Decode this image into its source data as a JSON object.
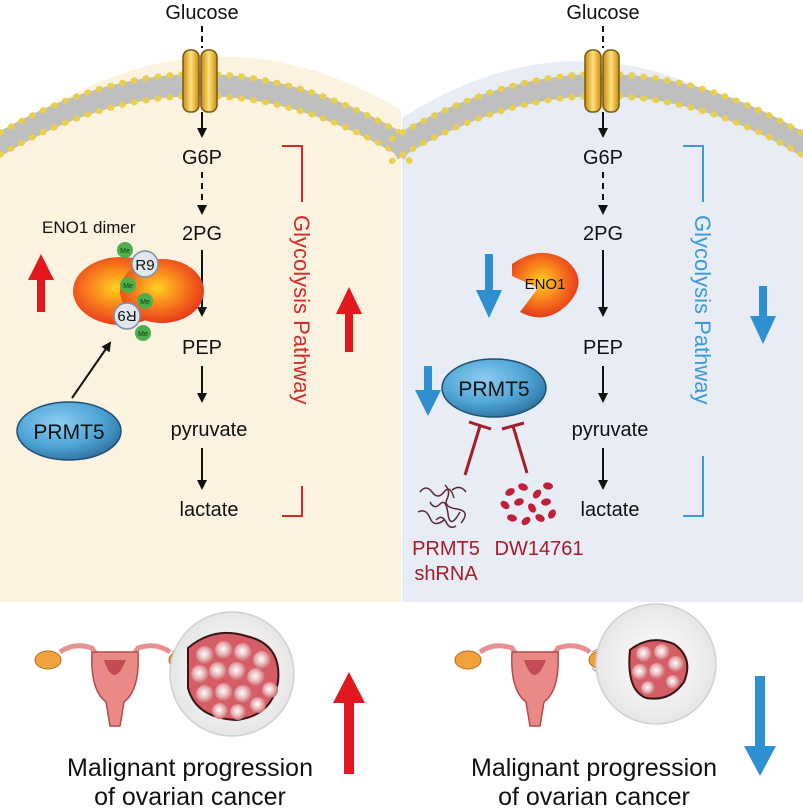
{
  "colors": {
    "left_bg": "#fbf3df",
    "right_bg": "#e7ecf5",
    "up_red": "#e3181e",
    "down_blue": "#2e8fd1",
    "bracket_red": "#d32a2a",
    "bracket_blue": "#3a9ad8",
    "prmt5_fill": "#4ea4d6",
    "inhibitor_red": "#a81c2a",
    "enzyme_orange": "#f2541b",
    "membrane_lipid": "#e9d04a"
  },
  "left_panel": {
    "glucose": "Glucose",
    "metabolites": [
      "G6P",
      "2PG",
      "PEP",
      "pyruvate",
      "lactate"
    ],
    "pathway_label": "Glycolysis Pathway",
    "eno1_label": "ENO1 dimer",
    "site_top": "R9",
    "site_bottom": "R9",
    "me_mark": "Me",
    "prmt5": "PRMT5",
    "trend": "up"
  },
  "right_panel": {
    "glucose": "Glucose",
    "metabolites": [
      "G6P",
      "2PG",
      "PEP",
      "pyruvate",
      "lactate"
    ],
    "pathway_label": "Glycolysis Pathway",
    "eno1_label": "ENO1",
    "prmt5": "PRMT5",
    "inhibitor_shrna_line1": "PRMT5",
    "inhibitor_shrna_line2": "shRNA",
    "inhibitor_drug": "DW14761",
    "trend": "down"
  },
  "bottom_left": {
    "line1": "Malignant progression",
    "line2": "of ovarian cancer",
    "trend": "up"
  },
  "bottom_right": {
    "line1": "Malignant progression",
    "line2": "of ovarian cancer",
    "trend": "down"
  },
  "icons": [
    "glucose-transporter-icon",
    "cell-membrane-icon",
    "eno1-dimer-icon",
    "eno1-monomer-icon",
    "prmt5-enzyme-icon",
    "shrna-icon",
    "dw14761-pills-icon",
    "uterus-ovaries-icon",
    "tumor-cells-icon",
    "up-arrow-icon",
    "down-arrow-icon"
  ]
}
